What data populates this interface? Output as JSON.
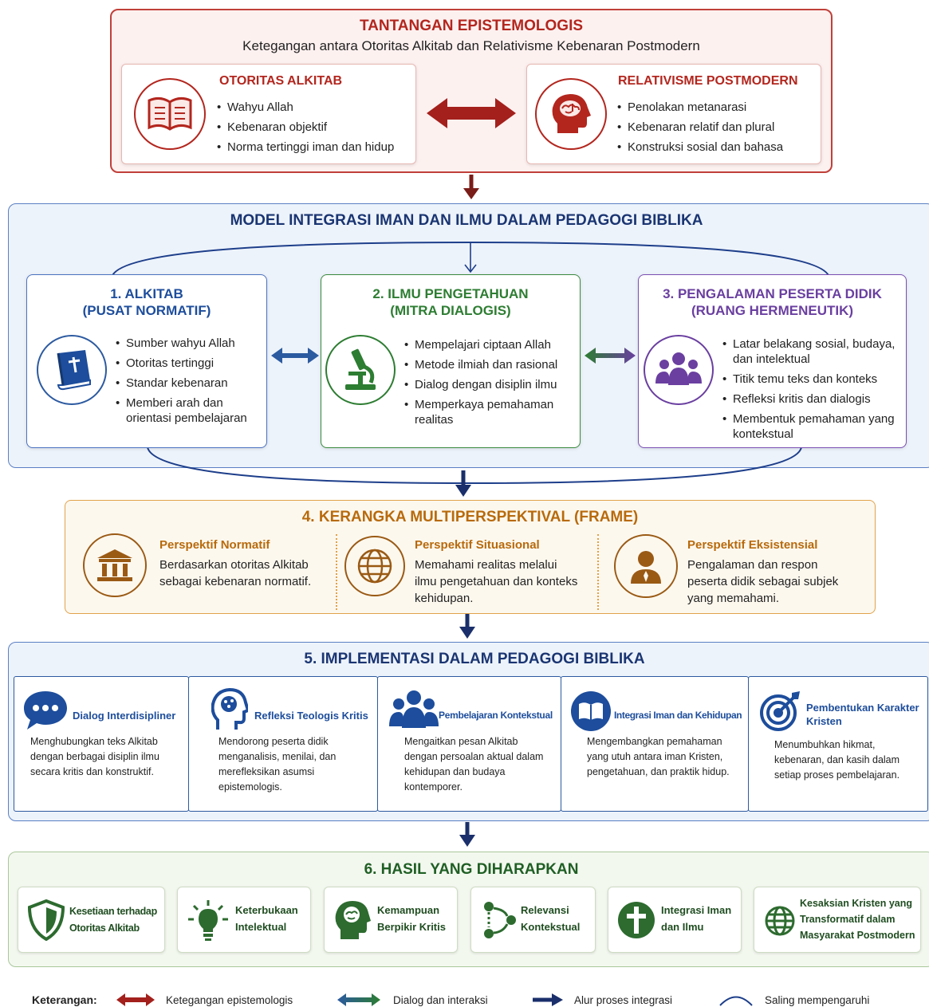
{
  "top": {
    "title": "TANTANGAN EPISTEMOLOGIS",
    "subtitle": "Ketegangan antara Otoritas Alkitab dan Relativisme Kebenaran Postmodern",
    "left": {
      "title": "OTORITAS ALKITAB",
      "items": [
        "Wahyu Allah",
        "Kebenaran objektif",
        "Norma tertinggi iman dan hidup"
      ]
    },
    "right": {
      "title": "RELATIVISME POSTMODERN",
      "items": [
        "Penolakan metanarasi",
        "Kebenaran relatif dan plural",
        "Konstruksi sosial dan bahasa"
      ]
    }
  },
  "model": {
    "title": "MODEL INTEGRASI IMAN DAN ILMU DALAM PEDAGOGI BIBLIKA",
    "cols": [
      {
        "title1": "1. ALKITAB",
        "title2": "(PUSAT NORMATIF)",
        "items": [
          "Sumber wahyu Allah",
          "Otoritas tertinggi",
          "Standar kebenaran",
          "Memberi arah dan orientasi pembelajaran"
        ]
      },
      {
        "title1": "2. ILMU PENGETAHUAN",
        "title2": "(MITRA DIALOGIS)",
        "items": [
          "Mempelajari ciptaan Allah",
          "Metode ilmiah dan rasional",
          "Dialog dengan disiplin ilmu",
          "Memperkaya pemahaman realitas"
        ]
      },
      {
        "title1": "3. PENGALAMAN PESERTA DIDIK",
        "title2": "(RUANG HERMENEUTIK)",
        "items": [
          "Latar belakang sosial, budaya, dan intelektual",
          "Titik temu teks dan konteks",
          "Refleksi kritis dan dialogis",
          "Membentuk pemahaman yang kontekstual"
        ]
      }
    ]
  },
  "frame": {
    "title": "4. KERANGKA MULTIPERSPEKTIVAL (FRAME)",
    "items": [
      {
        "title": "Perspektif Normatif",
        "text": "Berdasarkan otoritas Alkitab sebagai kebenaran normatif."
      },
      {
        "title": "Perspektif Situasional",
        "text": "Memahami realitas melalui ilmu pengetahuan dan konteks kehidupan."
      },
      {
        "title": "Perspektif Eksistensial",
        "text": "Pengalaman dan respon peserta didik sebagai subjek yang memahami."
      }
    ]
  },
  "impl": {
    "title": "5. IMPLEMENTASI DALAM PEDAGOGI BIBLIKA",
    "items": [
      {
        "title": "Dialog Interdisipliner",
        "text": "Menghubungkan teks Alkitab dengan berbagai disiplin ilmu secara kritis dan konstruktif."
      },
      {
        "title": "Refleksi Teologis Kritis",
        "text": "Mendorong peserta didik menganalisis, menilai, dan merefleksikan asumsi epistemologis."
      },
      {
        "title": "Pembelajaran Kontekstual",
        "text": "Mengaitkan pesan Alkitab dengan persoalan aktual dalam kehidupan dan budaya kontemporer."
      },
      {
        "title": "Integrasi Iman dan Kehidupan",
        "text": "Mengembangkan pemahaman yang utuh antara iman Kristen, pengetahuan, dan praktik hidup."
      },
      {
        "title": "Pembentukan Karakter Kristen",
        "text": "Menumbuhkan hikmat, kebenaran, dan kasih dalam setiap proses pembelajaran."
      }
    ]
  },
  "results": {
    "title": "6. HASIL YANG DIHARAPKAN",
    "items": [
      "Kesetiaan terhadap Otoritas Alkitab",
      "Keterbukaan Intelektual",
      "Kemampuan Berpikir Kritis",
      "Relevansi Kontekstual",
      "Integrasi Iman dan Ilmu",
      "Kesaksian Kristen yang Transformatif dalam Masyarakat Postmodern"
    ]
  },
  "legend": {
    "label": "Keterangan:",
    "items": [
      "Ketegangan epistemologis",
      "Dialog dan interaksi",
      "Alur proses integrasi",
      "Saling mempengaruhi"
    ]
  },
  "colors": {
    "red": "#b3261e",
    "navy": "#1d3e8a",
    "green": "#2d7d32",
    "purple": "#6a3fa0",
    "gold": "#c47a10",
    "darkgreen": "#1f5f24"
  }
}
